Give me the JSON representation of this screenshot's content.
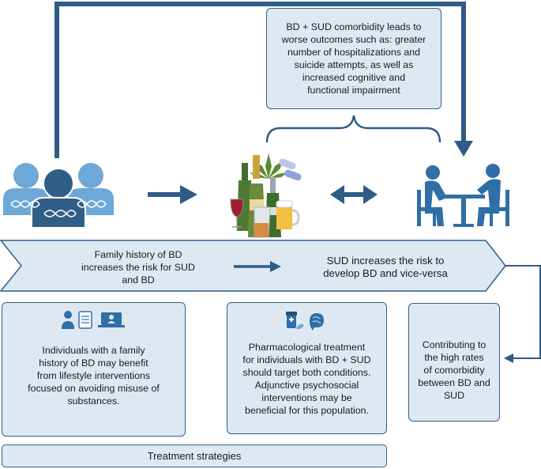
{
  "outcome_box": {
    "text": "BD + SUD comorbidity leads to\nworse outcomes such as: greater\nnumber of hospitalizations and\nsuicide attempts, as well as\nincreased cognitive and\nfunctional impairment"
  },
  "banner": {
    "left_text": "Family history of BD\nincreases the risk for SUD\nand BD",
    "right_text": "SUD increases the risk to\ndevelop BD and vice-versa"
  },
  "lifestyle_box": {
    "text": "Individuals with a family\nhistory of BD may benefit\nfrom lifestyle interventions\nfocused on avoiding misuse of\nsubstances."
  },
  "pharma_box": {
    "text": "Pharmacological treatment\nfor individuals with BD + SUD\nshould target both conditions.\nAdjunctive psychosocial\ninterventions may be\nbeneficial for this population."
  },
  "comorbidity_box": {
    "text": "Contributing  to\nthe high rates\nof  comorbidity\nbetween BD and\nSUD"
  },
  "footer": {
    "label": "Treatment strategies"
  },
  "icons": [
    "family-dna-icon",
    "substances-icon",
    "therapy-session-icon",
    "clinicians-icon",
    "medication-brain-icon"
  ],
  "colors": {
    "box_fill": "#dde8f2",
    "border": "#2e5f8e",
    "arrow": "#2f5b87",
    "figure_light": "#6ea8d6",
    "figure_dark": "#2f5f86"
  }
}
